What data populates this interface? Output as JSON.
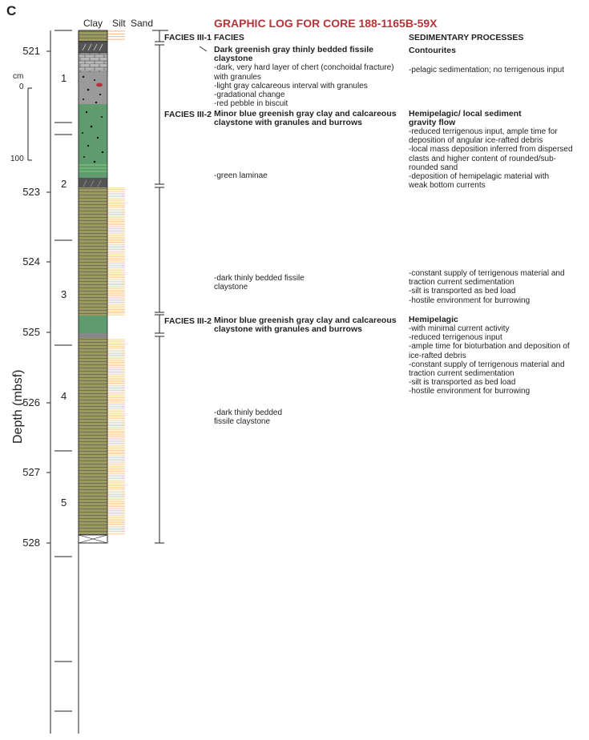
{
  "panel_letter": "C",
  "title": "GRAPHIC LOG FOR CORE 188-1165B-59X",
  "columns": {
    "clay": "Clay",
    "silt": "Silt",
    "sand": "Sand"
  },
  "y_axis_label": "Depth (mbsf)",
  "depth_ticks": [
    "521",
    "523",
    "524",
    "525",
    "526",
    "527",
    "528"
  ],
  "cm_scale": {
    "unit": "cm",
    "top": "0",
    "bottom": "100"
  },
  "sections": [
    "1",
    "2",
    "3",
    "4",
    "5"
  ],
  "headers": {
    "facies": "FACIES",
    "processes": "SEDIMENTARY PROCESSES"
  },
  "facies_labels": [
    "FACIES III-1",
    "FACIES III-2",
    "FACIES III-2"
  ],
  "facies_blocks": [
    {
      "title": "Dark greenish gray thinly bedded fissile claystone",
      "lines": [
        "-dark, very hard layer of chert (conchoidal fracture)",
        "with granules",
        "-light gray calcareous interval with granules",
        "-gradational change",
        "-red pebble in biscuit"
      ]
    },
    {
      "title": "Minor blue greenish gray clay and calcareous claystone with granules and burrows",
      "lines": [
        "-green laminae"
      ]
    },
    {
      "title": "",
      "lines": [
        "-dark thinly bedded fissile",
        "claystone"
      ]
    },
    {
      "title": "Minor blue greenish gray clay and calcareous claystone with granules and burrows",
      "lines": [
        "-dark thinly bedded",
        "fissile claystone"
      ]
    }
  ],
  "process_blocks": [
    {
      "title": "Contourites",
      "lines": [
        "-pelagic sedimentation; no terrigenous input"
      ]
    },
    {
      "title": "Hemipelagic/ local sediment gravity flow",
      "lines": [
        "-reduced terrigenous input, ample time for",
        "deposition of angular ice-rafted debris",
        "-local mass deposition inferred from dispersed",
        "clasts and higher content of rounded/sub-",
        "rounded sand",
        "-deposition of hemipelagic material with",
        "weak bottom currents"
      ]
    },
    {
      "title": "",
      "lines": [
        "-constant supply of terrigenous material and",
        "traction current sedimentation",
        "-silt is transported as bed load",
        "-hostile environment for burrowing"
      ]
    },
    {
      "title": "Hemipelagic",
      "lines": [
        "-with minimal current activity",
        "-reduced terrigenous input",
        "-ample time for bioturbation and deposition of",
        "ice-rafted debris",
        "-constant supply of terrigenous material and",
        "traction current sedimentation",
        "-silt is transported as bed load",
        "-hostile environment for burrowing"
      ]
    }
  ],
  "colors": {
    "title": "#b5343a",
    "olive": "#9c9a63",
    "green": "#5f9b6e",
    "gray": "#9a9a9a",
    "silt_lines": "#f5a46b"
  }
}
